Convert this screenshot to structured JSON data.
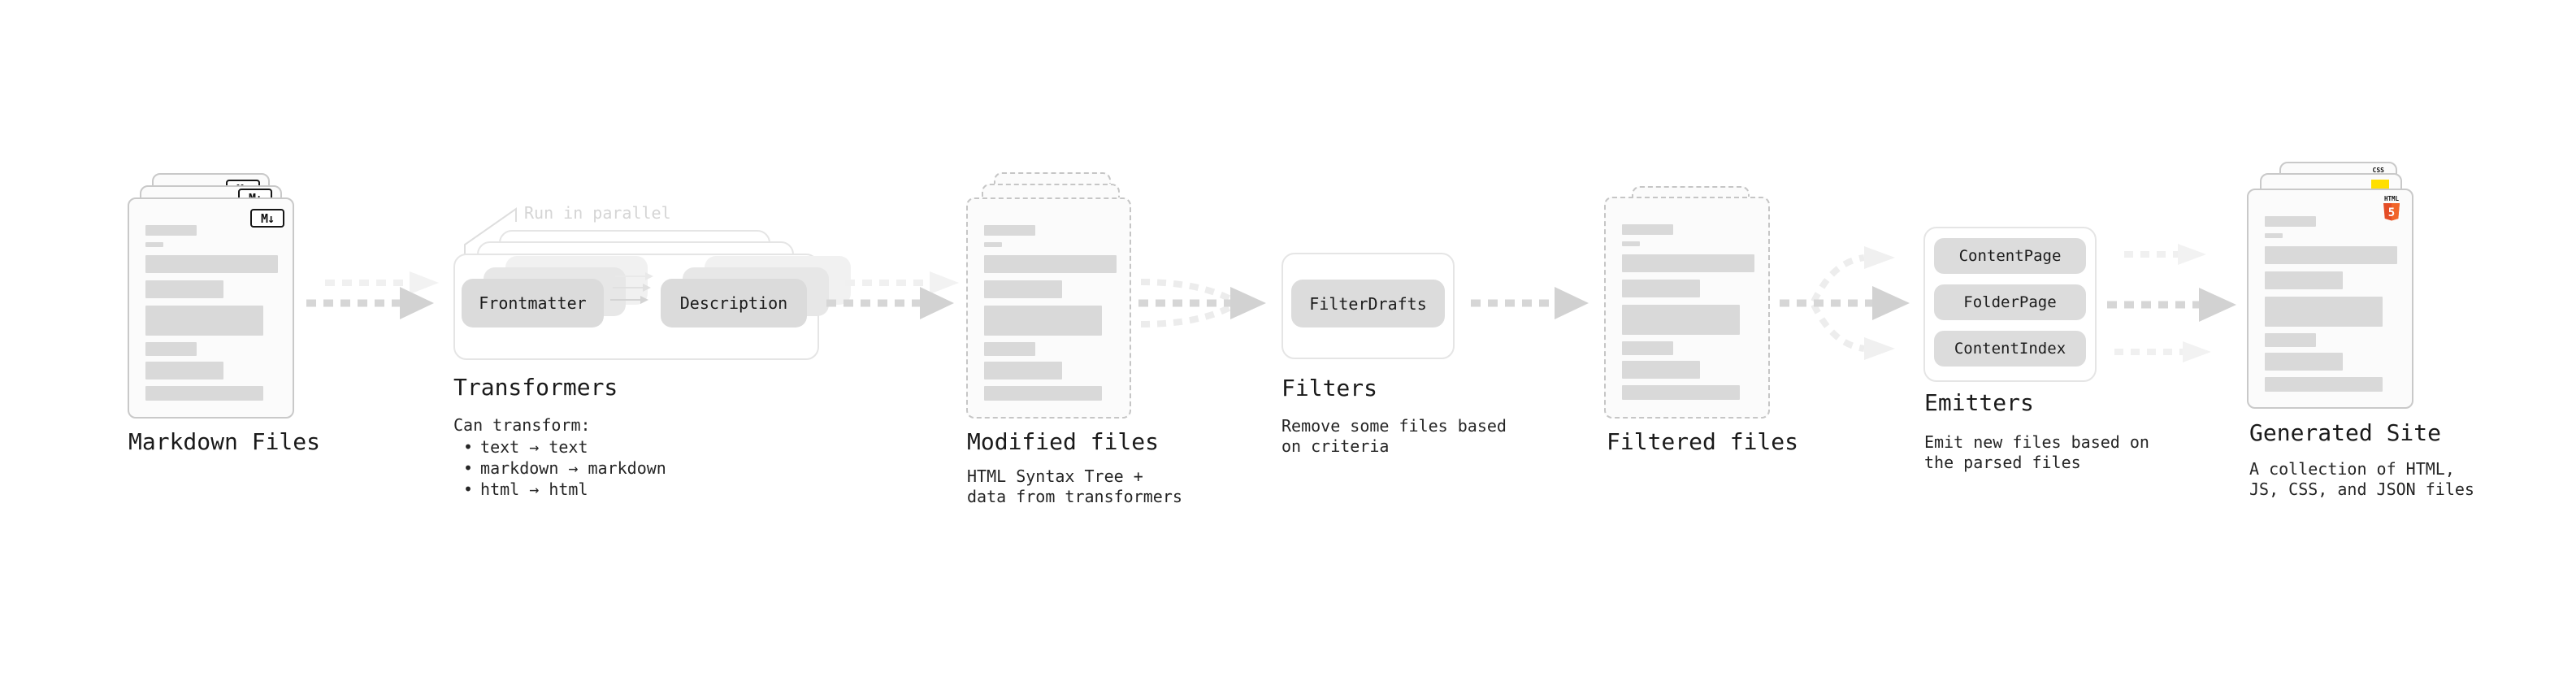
{
  "stages": {
    "markdown": {
      "title": "Markdown Files",
      "badge": "M↓"
    },
    "transformers": {
      "annotation": "Run in parallel",
      "node_a": "Frontmatter",
      "node_b": "Description",
      "title": "Transformers",
      "lead": "Can transform:",
      "bullet_glyph": "•",
      "bullets": [
        "text → text",
        "markdown → markdown",
        "html → html"
      ]
    },
    "modified": {
      "title": "Modified files",
      "sub": [
        "HTML Syntax Tree +",
        "data from transformers"
      ]
    },
    "filters": {
      "node": "FilterDrafts",
      "title": "Filters",
      "sub": [
        "Remove some files based",
        "on criteria"
      ]
    },
    "filtered": {
      "title": "Filtered files"
    },
    "emitters": {
      "nodes": [
        "ContentPage",
        "FolderPage",
        "ContentIndex"
      ],
      "title": "Emitters",
      "sub": [
        "Emit new files based on",
        "the parsed files"
      ]
    },
    "generated": {
      "title": "Generated Site",
      "sub": [
        "A collection of HTML,",
        "JS, CSS, and JSON files"
      ],
      "css_label": "CSS",
      "html_label": "HTML",
      "html5_number": "5"
    }
  },
  "colors": {
    "css_blue": "#1a73e8",
    "js_yellow": "#ffdf00",
    "html5_orange": "#e44d26",
    "html5_orange_light": "#f16529",
    "doc_bar_gray": "#d9d9d9",
    "arrow_gray": "#d4d4d4"
  }
}
